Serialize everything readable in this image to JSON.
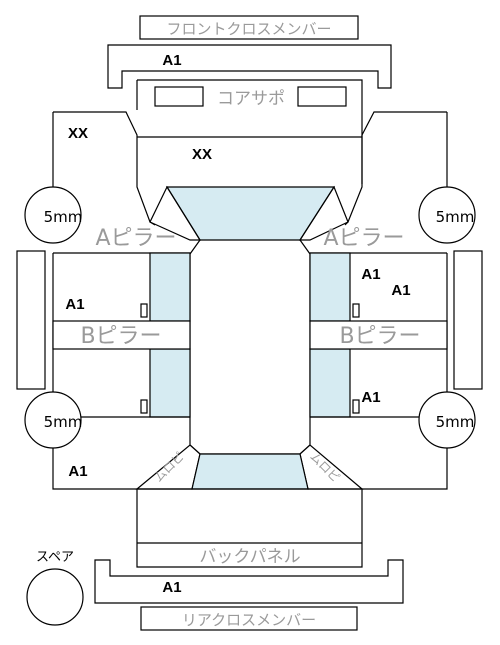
{
  "colors": {
    "glass": "#d6ebf2",
    "line": "#000000",
    "label_gray": "#9a9a9a"
  },
  "labels": {
    "front_cross_member": "フロントクロスメンバー",
    "core_support": "コアサポ",
    "a_pillar": "Aピラー",
    "b_pillar": "Bピラー",
    "back_panel": "バックパネル",
    "rear_cross_member": "リアクロスメンバー",
    "spare": "スペア",
    "mm": "5mm",
    "rear_tag": "ムロピ"
  },
  "marks": {
    "front_member": "A1",
    "left_fender": "XX",
    "hood": "XX",
    "left_front_door": "A1",
    "right_front_door_a": "A1",
    "right_front_door_b": "A1",
    "right_rear_door": "A1",
    "left_rear_quarter": "A1",
    "rear_member": "A1"
  }
}
